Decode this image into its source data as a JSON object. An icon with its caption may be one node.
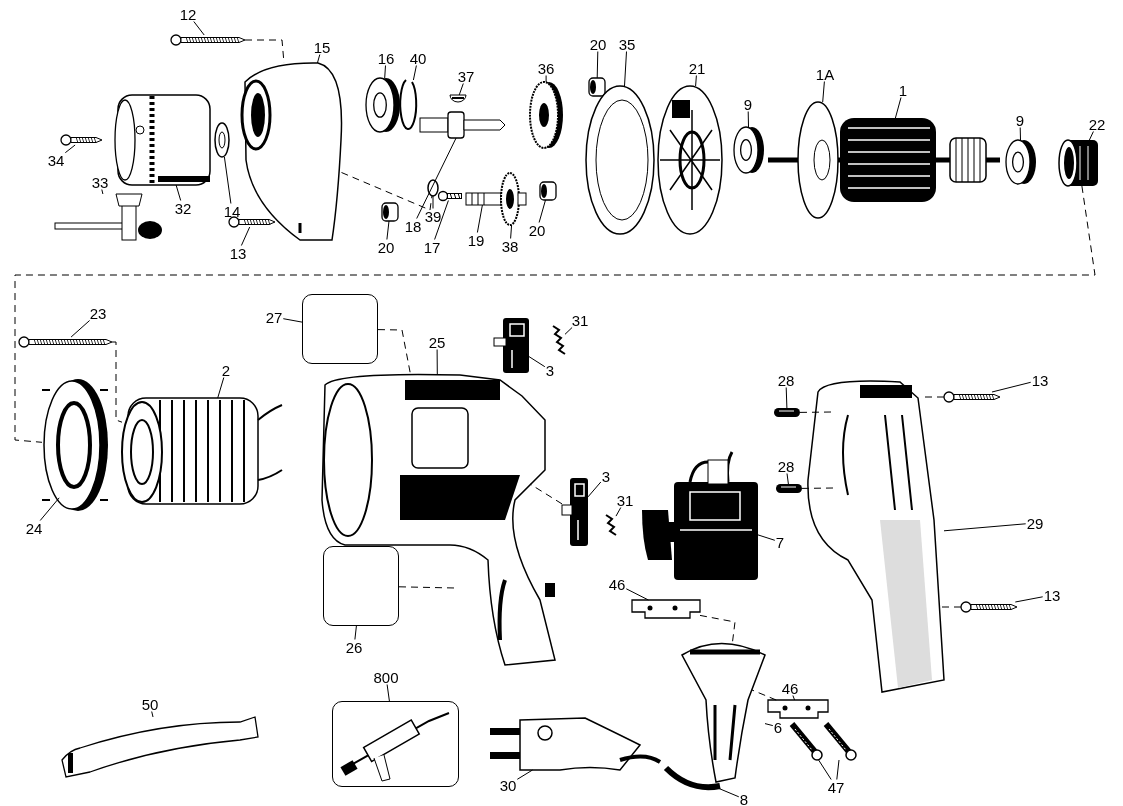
{
  "diagram": {
    "nodes": [
      {
        "text": [
          "12"
        ]
      },
      {
        "text": [
          "15"
        ]
      },
      {
        "text": [
          "16"
        ]
      },
      {
        "text": [
          "40"
        ]
      },
      {
        "text": [
          "37"
        ]
      },
      {
        "text": [
          "36"
        ]
      },
      {
        "text": [
          "20"
        ]
      },
      {
        "text": [
          "35"
        ]
      },
      {
        "text": [
          "21"
        ]
      },
      {
        "text": [
          "1A"
        ]
      },
      {
        "text": [
          "1"
        ]
      },
      {
        "text": [
          "9"
        ]
      },
      {
        "text": [
          "9"
        ]
      },
      {
        "text": [
          "22"
        ]
      },
      {
        "text": [
          "33"
        ]
      },
      {
        "text": [
          "34"
        ]
      },
      {
        "text": [
          "32"
        ]
      },
      {
        "text": [
          "14"
        ]
      },
      {
        "text": [
          "18"
        ]
      },
      {
        "text": [
          "39"
        ]
      },
      {
        "text": [
          "20"
        ]
      },
      {
        "text": [
          "17"
        ]
      },
      {
        "text": [
          "13"
        ]
      },
      {
        "text": [
          "19"
        ]
      },
      {
        "text": [
          "38"
        ]
      },
      {
        "text": [
          "20"
        ]
      },
      {
        "text": [
          "23"
        ]
      },
      {
        "text": [
          "27"
        ]
      },
      {
        "text": [],
        "shape": "box"
      },
      {
        "text": [
          "31"
        ]
      },
      {
        "text": [
          "25"
        ]
      },
      {
        "text": [
          "3"
        ]
      },
      {
        "text": [
          "2"
        ]
      },
      {
        "text": [
          "28"
        ]
      },
      {
        "text": [
          "13"
        ]
      },
      {
        "text": [
          "24"
        ]
      },
      {
        "text": [
          "28"
        ]
      },
      {
        "text": [
          "3"
        ]
      },
      {
        "text": [
          "31"
        ]
      },
      {
        "text": [
          "7"
        ]
      },
      {
        "text": [
          "29"
        ]
      },
      {
        "text": [
          "46"
        ]
      },
      {
        "text": [
          "13"
        ]
      },
      {
        "text": [],
        "shape": "box"
      },
      {
        "text": [
          "26"
        ]
      },
      {
        "text": [
          "800"
        ]
      },
      {
        "text": [],
        "shape": "picture"
      },
      {
        "text": [
          "46"
        ]
      },
      {
        "text": [
          "6"
        ]
      },
      {
        "text": [
          "47"
        ]
      },
      {
        "text": [
          "50"
        ]
      },
      {
        "text": [
          "30"
        ]
      },
      {
        "text": [
          "8"
        ]
      },
      {
        "text": [],
        "shape": "picture"
      },
      {
        "text": [],
        "shape": "picture"
      },
      {
        "text": [],
        "shape": "picture"
      },
      {
        "text": [],
        "shape": "picture"
      },
      {
        "text": [],
        "shape": "picture"
      },
      {
        "text": [],
        "shape": "picture"
      },
      {
        "text": [],
        "shape": "picture"
      },
      {
        "text": [],
        "shape": "picture"
      },
      {
        "text": [],
        "shape": "picture"
      },
      {
        "text": [],
        "shape": "picture"
      },
      {
        "text": [],
        "shape": "picture"
      },
      {
        "text": [],
        "shape": "picture"
      },
      {
        "text": [],
        "shape": "picture"
      },
      {
        "text": [],
        "shape": "picture"
      },
      {
        "text": [],
        "shape": "picture"
      },
      {
        "text": [],
        "shape": "picture"
      },
      {
        "text": [],
        "shape": "picture"
      },
      {
        "text": [],
        "shape": "picture"
      },
      {
        "text": [],
        "shape": "picture"
      },
      {
        "text": [],
        "shape": "picture"
      },
      {
        "text": [],
        "shape": "picture"
      },
      {
        "text": [],
        "shape": "picture"
      },
      {
        "text": [],
        "shape": "picture"
      },
      {
        "text": [],
        "shape": "picture"
      },
      {
        "text": [],
        "shape": "picture"
      },
      {
        "text": [],
        "shape": "picture"
      },
      {
        "text": [],
        "shape": "picture"
      },
      {
        "text": [],
        "shape": "picture"
      },
      {
        "text": [],
        "shape": "picture"
      },
      {
        "text": [],
        "shape": "picture"
      },
      {
        "text": [],
        "shape": "picture"
      },
      {
        "text": [],
        "shape": "picture"
      },
      {
        "text": [],
        "shape": "picture"
      },
      {
        "text": [],
        "shape": "picture"
      },
      {
        "text": [],
        "shape": "picture"
      },
      {
        "text": [],
        "shape": "picture"
      },
      {
        "text": [],
        "shape": "picture"
      },
      {
        "text": [],
        "shape": "picture"
      },
      {
        "text": [],
        "shape": "picture"
      },
      {
        "text": [],
        "shape": "picture"
      },
      {
        "text": [],
        "shape": "picture"
      },
      {
        "text": [],
        "shape": "picture"
      },
      {
        "text": [],
        "shape": "picture"
      },
      {
        "text": [],
        "shape": "picture"
      },
      {
        "text": [],
        "shape": "picture"
      },
      {
        "text": [],
        "shape": "picture"
      },
      {
        "text": [],
        "shape": "picture"
      },
      {
        "text": [],
        "shape": "picture"
      }
    ],
    "edges": [
      {
        "from": 0,
        "to": 53,
        "arrow": "none"
      },
      {
        "from": 1,
        "to": 58,
        "arrow": "none"
      },
      {
        "from": 2,
        "to": 60,
        "arrow": "none"
      },
      {
        "from": 3,
        "to": 61,
        "arrow": "none"
      },
      {
        "from": 4,
        "to": 63,
        "arrow": "none"
      },
      {
        "from": 5,
        "to": 64,
        "arrow": "none"
      },
      {
        "from": 6,
        "to": 71,
        "arrow": "none"
      },
      {
        "from": 7,
        "to": 72,
        "arrow": "none"
      },
      {
        "from": 8,
        "to": 73,
        "arrow": "none"
      },
      {
        "from": 9,
        "to": 75,
        "arrow": "none"
      },
      {
        "from": 10,
        "to": 76,
        "arrow": "none"
      },
      {
        "from": 11,
        "to": 74,
        "arrow": "none"
      },
      {
        "from": 12,
        "to": 77,
        "arrow": "none"
      },
      {
        "from": 13,
        "to": 78,
        "arrow": "none"
      },
      {
        "from": 14,
        "to": 56,
        "arrow": "none"
      },
      {
        "from": 15,
        "to": 55,
        "arrow": "none"
      },
      {
        "from": 16,
        "to": 54,
        "arrow": "none"
      },
      {
        "from": 17,
        "to": 57,
        "arrow": "none"
      },
      {
        "from": 18,
        "to": 62,
        "arrow": "none"
      },
      {
        "from": 19,
        "to": 66,
        "arrow": "none"
      },
      {
        "from": 20,
        "to": 65,
        "arrow": "none"
      },
      {
        "from": 21,
        "to": 67,
        "arrow": "none"
      },
      {
        "from": 22,
        "to": 59,
        "arrow": "none"
      },
      {
        "from": 23,
        "to": 68,
        "arrow": "none"
      },
      {
        "from": 24,
        "to": 69,
        "arrow": "none"
      },
      {
        "from": 25,
        "to": 70,
        "arrow": "none"
      },
      {
        "from": 26,
        "to": 79,
        "arrow": "none"
      },
      {
        "from": 27,
        "to": 28,
        "arrow": "none"
      },
      {
        "from": 29,
        "to": 84,
        "arrow": "none"
      },
      {
        "from": 30,
        "to": 82,
        "arrow": "none"
      },
      {
        "from": 31,
        "to": 83,
        "arrow": "none"
      },
      {
        "from": 32,
        "to": 81,
        "arrow": "none"
      },
      {
        "from": 33,
        "to": 88,
        "arrow": "none"
      },
      {
        "from": 34,
        "to": 91,
        "arrow": "none"
      },
      {
        "from": 35,
        "to": 80,
        "arrow": "none"
      },
      {
        "from": 36,
        "to": 89,
        "arrow": "none"
      },
      {
        "from": 37,
        "to": 85,
        "arrow": "none"
      },
      {
        "from": 38,
        "to": 86,
        "arrow": "none"
      },
      {
        "from": 39,
        "to": 87,
        "arrow": "none"
      },
      {
        "from": 40,
        "to": 90,
        "arrow": "none"
      },
      {
        "from": 41,
        "to": 93,
        "arrow": "none"
      },
      {
        "from": 42,
        "to": 92,
        "arrow": "none"
      },
      {
        "from": 44,
        "to": 43,
        "arrow": "none"
      },
      {
        "from": 45,
        "to": 46,
        "arrow": "none"
      },
      {
        "from": 47,
        "to": 94,
        "arrow": "none"
      },
      {
        "from": 48,
        "to": 95,
        "arrow": "none"
      },
      {
        "from": 49,
        "to": 97,
        "arrow": "none"
      },
      {
        "from": 49,
        "to": 98,
        "arrow": "none"
      },
      {
        "from": 50,
        "to": 99,
        "arrow": "none"
      },
      {
        "from": 51,
        "to": 100,
        "arrow": "none"
      },
      {
        "from": 52,
        "to": 96,
        "arrow": "none"
      },
      {
        "from": 53,
        "to": 58,
        "arrow": "none",
        "style": "dashed"
      },
      {
        "from": 58,
        "to": 66,
        "arrow": "none",
        "style": "dashed"
      },
      {
        "from": 78,
        "to": 80,
        "arrow": "none",
        "style": "dashed"
      },
      {
        "from": 79,
        "to": 81,
        "arrow": "none",
        "style": "dashed"
      },
      {
        "from": 28,
        "to": 82,
        "arrow": "none",
        "style": "dashed"
      },
      {
        "from": 43,
        "to": 82,
        "arrow": "none",
        "style": "dashed"
      },
      {
        "from": 85,
        "to": 82,
        "arrow": "none",
        "style": "dashed"
      },
      {
        "from": 88,
        "to": 90,
        "arrow": "none",
        "style": "dashed"
      },
      {
        "from": 89,
        "to": 90,
        "arrow": "none",
        "style": "dashed"
      },
      {
        "from": 91,
        "to": 90,
        "arrow": "none",
        "style": "dashed"
      },
      {
        "from": 92,
        "to": 90,
        "arrow": "none",
        "style": "dashed"
      },
      {
        "from": 93,
        "to": 95,
        "arrow": "none",
        "style": "dashed"
      },
      {
        "from": 94,
        "to": 95,
        "arrow": "none",
        "style": "dashed"
      }
    ]
  }
}
